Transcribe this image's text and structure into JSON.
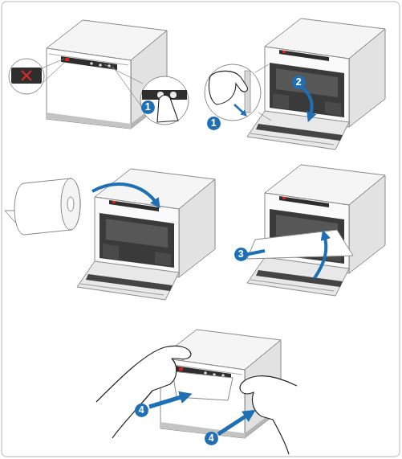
{
  "diagram": {
    "labels": [
      "1",
      "1",
      "2",
      "3",
      "4",
      "4"
    ]
  }
}
